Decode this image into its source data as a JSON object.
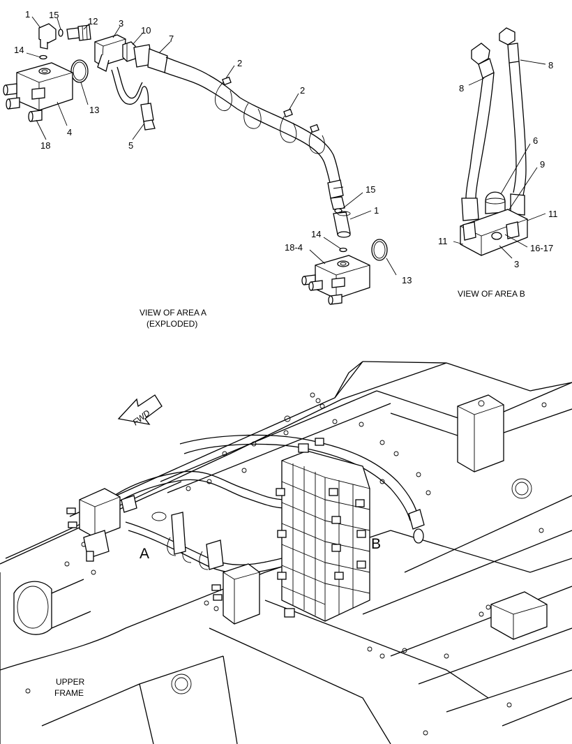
{
  "area_a": {
    "caption_line1": "VIEW OF AREA A",
    "caption_line2": "(EXPLODED)",
    "callouts": [
      "1",
      "15",
      "12",
      "3",
      "10",
      "7",
      "14",
      "13",
      "4",
      "18",
      "5",
      "2",
      "2",
      "15",
      "1",
      "14",
      "18-4",
      "13"
    ]
  },
  "area_b": {
    "caption": "VIEW OF AREA B",
    "callouts": [
      "8",
      "8",
      "6",
      "9",
      "11",
      "11",
      "16-17",
      "3"
    ]
  },
  "main_view": {
    "fwd_label": "FWD",
    "marker_a": "A",
    "marker_b": "B",
    "frame_label_line1": "UPPER",
    "frame_label_line2": "FRAME"
  }
}
